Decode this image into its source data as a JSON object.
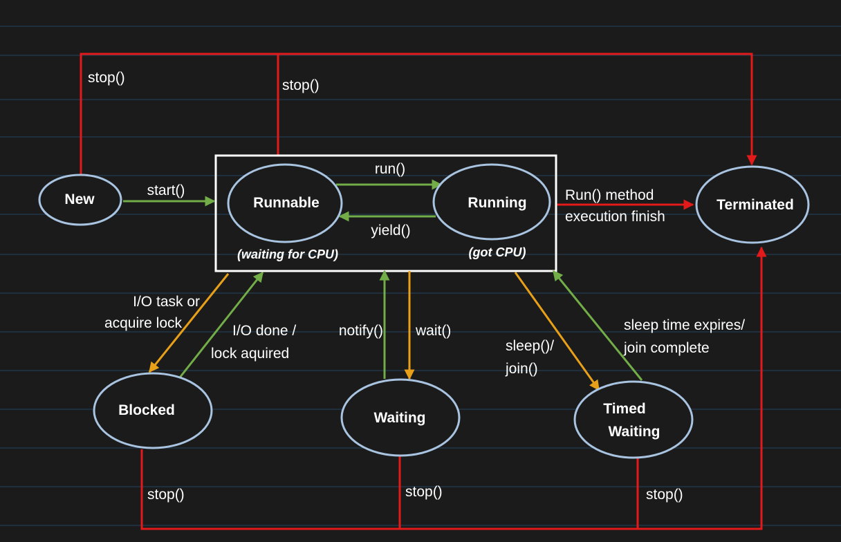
{
  "colors": {
    "background": "#1b1b1b",
    "ruled_line": "#23364a",
    "state_border": "#a9c4e1",
    "box_border": "#ffffff",
    "transition_green": "#72ad47",
    "transition_orange": "#e8a019",
    "stop_red": "#e31a1a",
    "text": "#ffffff"
  },
  "states": {
    "new": "New",
    "runnable": "Runnable",
    "running": "Running",
    "terminated": "Terminated",
    "blocked": "Blocked",
    "waiting": "Waiting",
    "timed_waiting_line1": "Timed",
    "timed_waiting_line2": "Waiting"
  },
  "notes": {
    "runnable": "(waiting for CPU)",
    "running": "(got CPU)"
  },
  "transitions": {
    "start": "start()",
    "run": "run()",
    "yield": "yield()",
    "run_finish_line1": "Run() method",
    "run_finish_line2": "execution finish",
    "io_task_line1": "I/O task or",
    "io_task_line2": "acquire lock",
    "io_done_line1": "I/O done /",
    "io_done_line2": "lock aquired",
    "notify": "notify()",
    "wait": "wait()",
    "sleep_join_line1": "sleep()/",
    "sleep_join_line2": "join()",
    "sleep_expires_line1": "sleep time expires/",
    "sleep_expires_line2": "join complete",
    "stop_new": "stop()",
    "stop_runnable": "stop()",
    "stop_blocked": "stop()",
    "stop_waiting": "stop()",
    "stop_timed": "stop()"
  }
}
